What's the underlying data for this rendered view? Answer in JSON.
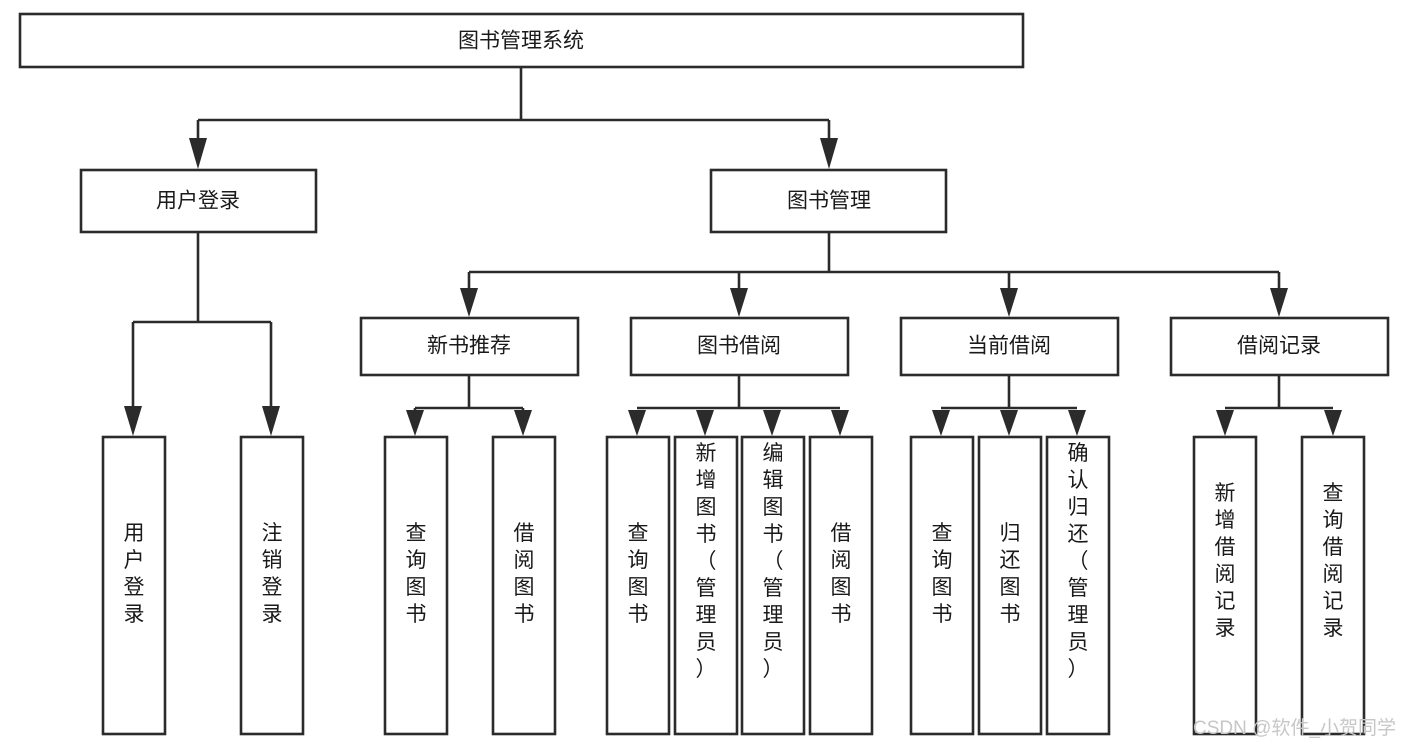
{
  "diagram": {
    "title": "图书管理系统",
    "type": "tree-hierarchy-flowchart",
    "colors": {
      "background": "#ffffff",
      "box_fill": "#ffffff",
      "box_stroke": "#2b2b2b",
      "connector": "#2b2b2b",
      "label_text": "#1a1a1a",
      "watermark": "#c7c7c7"
    },
    "root": {
      "label": "图书管理系统"
    },
    "level2": [
      {
        "label": "用户登录"
      },
      {
        "label": "图书管理"
      }
    ],
    "level3": [
      {
        "label": "新书推荐"
      },
      {
        "label": "图书借阅"
      },
      {
        "label": "当前借阅"
      },
      {
        "label": "借阅记录"
      }
    ],
    "leaves": {
      "user_login": [
        {
          "label": "用户登录"
        },
        {
          "label": "注销登录"
        }
      ],
      "new_book_recommend": [
        {
          "label": "查询图书"
        },
        {
          "label": "借阅图书"
        }
      ],
      "book_borrow": [
        {
          "label": "查询图书"
        },
        {
          "label": "新增图书（管理员）"
        },
        {
          "label": "编辑图书（管理员）"
        },
        {
          "label": "借阅图书"
        }
      ],
      "current_borrow": [
        {
          "label": "查询图书"
        },
        {
          "label": "归还图书"
        },
        {
          "label": "确认归还（管理员）"
        }
      ],
      "borrow_records": [
        {
          "label": "新增借阅记录"
        },
        {
          "label": "查询借阅记录"
        }
      ]
    },
    "watermark": "CSDN @软件_小贺同学"
  }
}
